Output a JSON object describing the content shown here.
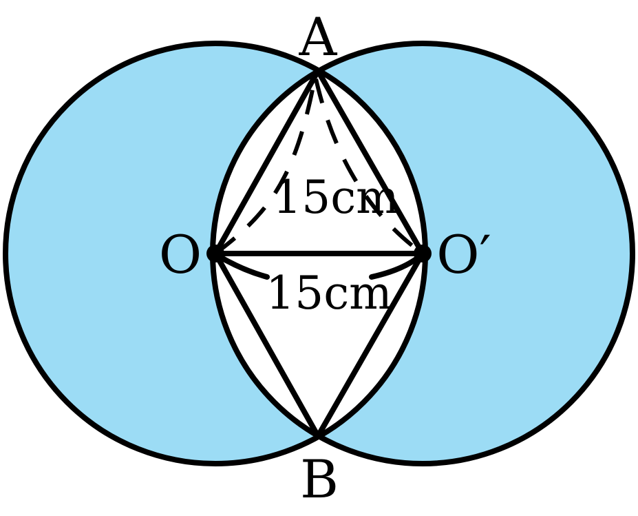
{
  "figure": {
    "colors": {
      "shaded": "#9cdcf5",
      "lens": "#ffffff",
      "stroke": "#000000"
    },
    "points": {
      "A": "A",
      "B": "B",
      "O": "O",
      "O_prime": "O′"
    },
    "measurements": {
      "radius": "15cm",
      "center_distance": "15cm"
    }
  }
}
